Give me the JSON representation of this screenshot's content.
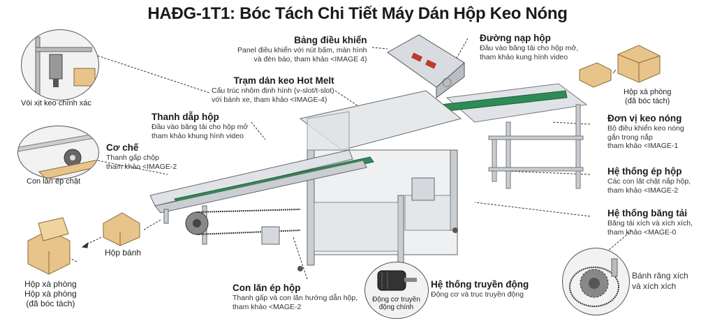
{
  "title": "HAĐG-1T1: Bóc Tách Chi Tiết Máy Dán Hộp Keo Nóng",
  "labels": {
    "control_panel": {
      "heading": "Bảng điều khiển",
      "desc": [
        "Panel điều khiển với nút bấm, màn hình",
        "và đèn báo, tham khảo <IMAGE 4)"
      ]
    },
    "glue_station": {
      "heading": "Trạm dán keo Hot Melt",
      "desc": [
        "Cấu trúc nhôm định hình (v-slot/t-slot)",
        "với bánh xe, tham khảo <IMAGE-4)"
      ]
    },
    "box_press_bar": {
      "heading": "Thanh dẫp hộp",
      "desc": [
        "Đầu vào băng tải cho hộp mở",
        "tham khảo khung hình video"
      ]
    },
    "mechanism": {
      "heading": "Cơ chế",
      "desc": [
        "Thanh gấp chộp",
        "tham khảo <IMAGE-2"
      ]
    },
    "feed_line": {
      "heading": "Đường nạp hộp",
      "desc": [
        "Đầu vào băng tải cho hộp mở,",
        "tham khảo kung hình video"
      ]
    },
    "hot_unit": {
      "heading": "Đơn vị keo nóng",
      "desc": [
        "Bộ điều khiển keo nóng",
        "gắn trong nắp",
        "tham khảo <IMAGE-1"
      ]
    },
    "press_system": {
      "heading": "Hệ thống ép hộp",
      "desc": [
        "Các con lăt chặt nắp hộp,",
        "tham khảo <IMAGE-2"
      ]
    },
    "conveyor_system": {
      "heading": "Hệ thống băng tải",
      "desc": [
        "Băng tải xích và xích xích,",
        "tham khảo <MAGE-0"
      ]
    },
    "press_roller": {
      "heading": "Con lăn ép hộp",
      "desc": [
        "Thanh gấp và con lăn hướng dẫn hộp,",
        "tham khảo <MAGE-2"
      ]
    },
    "drive_system": {
      "heading": "Hệ thống truyền động",
      "desc": [
        "Động cơ và trục truyền động"
      ]
    }
  },
  "callouts": {
    "nozzle": "Vòi xịt keo chính xác",
    "roller": "Con lăn ép chặt",
    "motor": [
      "Động cơ truyền",
      "động chính"
    ],
    "sprocket": [
      "Bánh răng xích",
      "và xích xích"
    ]
  },
  "boxes": {
    "soap_box_right": [
      "Hộp xà phòng",
      "(đã bóc tách)"
    ],
    "cake_box": "Hộp bánh",
    "soap_box_left": [
      "Hộp xà phòng",
      "Hộp xà phòng",
      "(đã bóc tách)"
    ]
  },
  "colors": {
    "belt": "#2e8b57",
    "frame": "#c9ced3",
    "panel": "#dfe3e7",
    "box": "#e8c48a"
  }
}
